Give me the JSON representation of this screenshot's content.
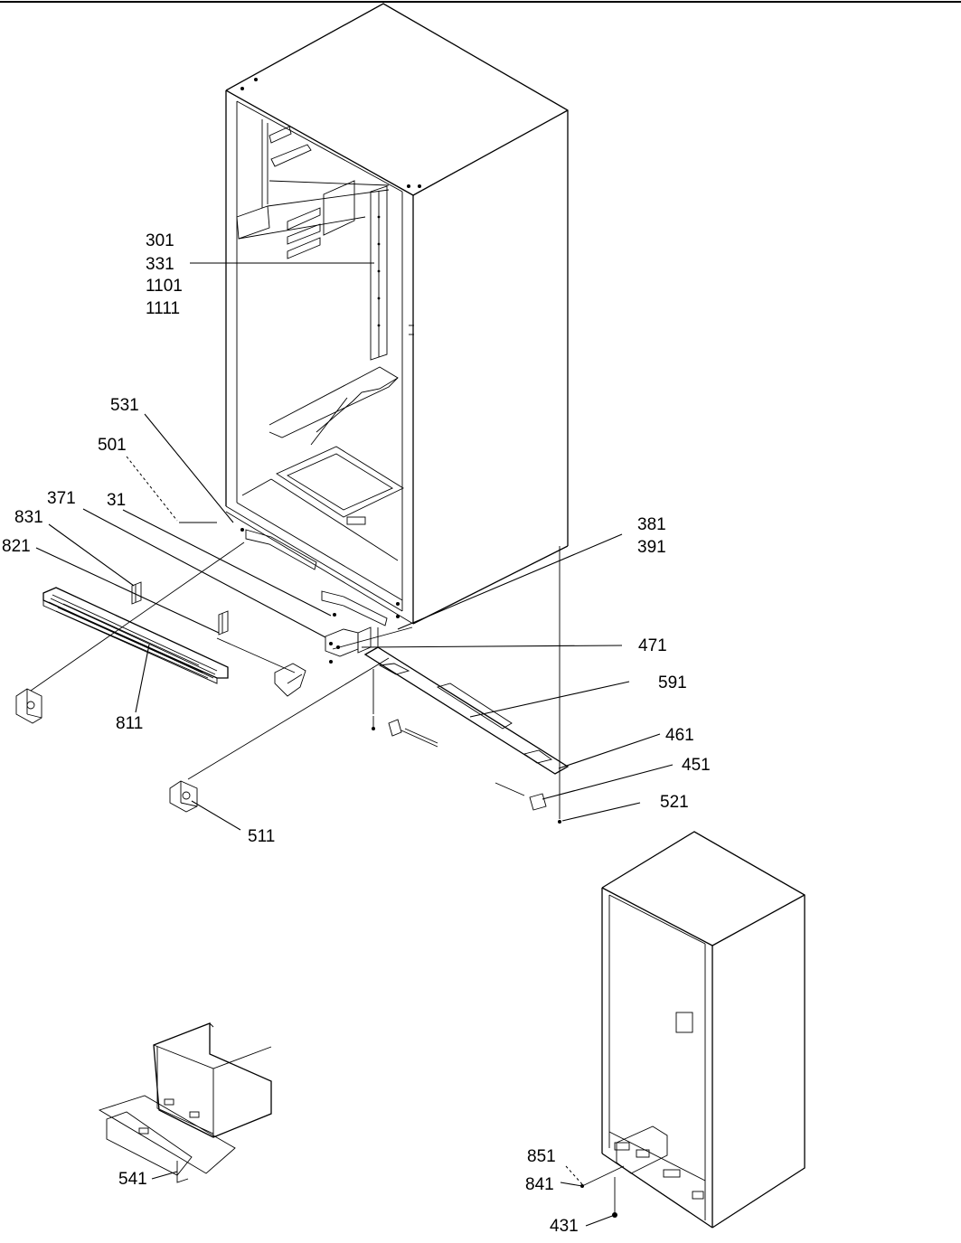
{
  "labels": {
    "p301": "301",
    "p331": "331",
    "p1101": "1101",
    "p1111": "1111",
    "p531": "531",
    "p501": "501",
    "p371": "371",
    "p31": "31",
    "p831": "831",
    "p821": "821",
    "p811": "811",
    "p381": "381",
    "p391": "391",
    "p471": "471",
    "p591": "591",
    "p461": "461",
    "p451": "451",
    "p521": "521",
    "p511": "511",
    "p541": "541",
    "p851": "851",
    "p841": "841",
    "p431": "431"
  }
}
